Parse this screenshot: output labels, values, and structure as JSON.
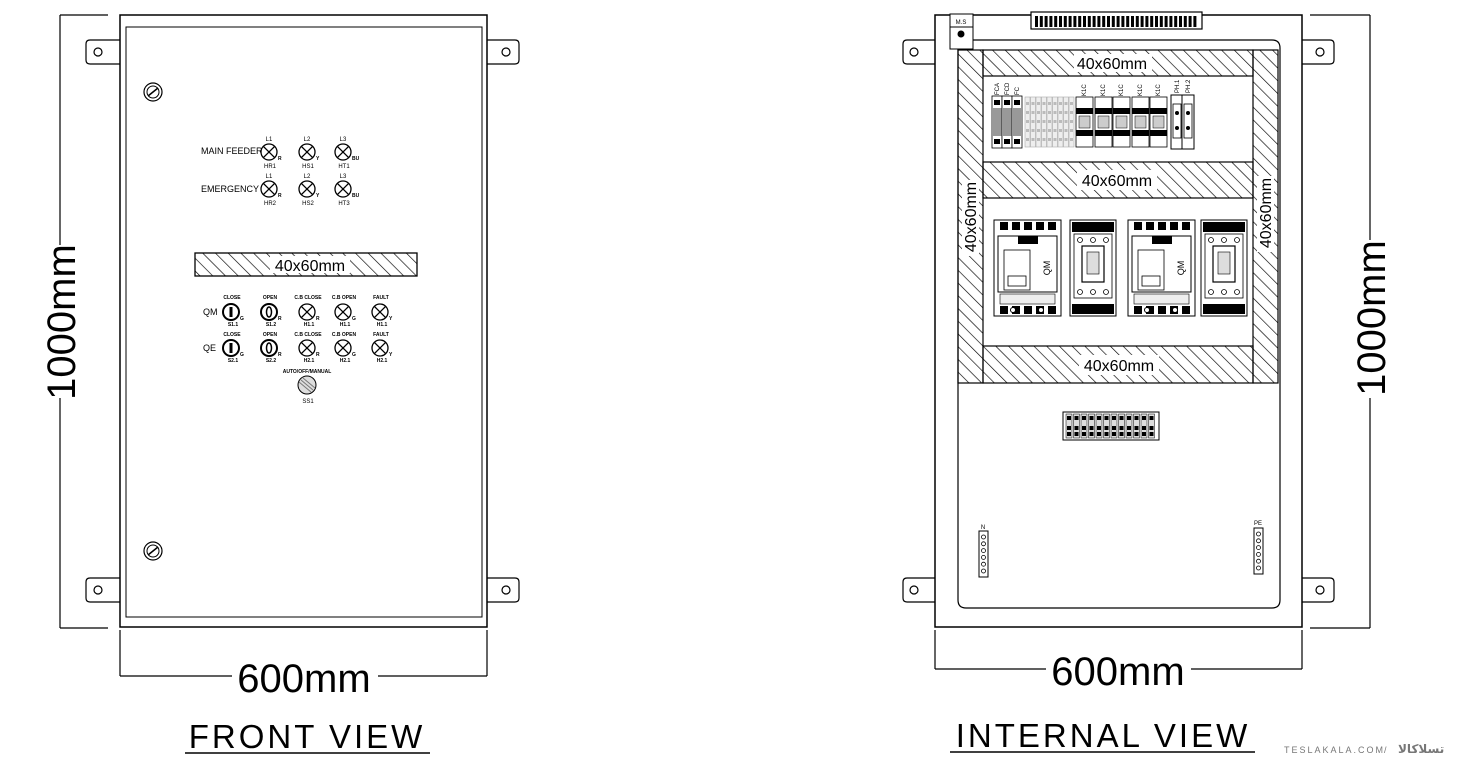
{
  "front": {
    "title": "FRONT VIEW",
    "width_label": "600mm",
    "height_label": "1000mm",
    "trunking_label": "40x60mm",
    "row1_label": "MAIN FEEDER",
    "row2_label": "EMERGENCY",
    "row1_top": [
      "L1",
      "L2",
      "L3"
    ],
    "row1_bottom": [
      "HR1",
      "HS1",
      "HT1"
    ],
    "row2_top": [
      "L1",
      "L2",
      "L3"
    ],
    "row2_bottom": [
      "HR2",
      "HS2",
      "HT3"
    ],
    "lamp_colors": [
      "R",
      "Y",
      "BU"
    ],
    "breaker_rows": [
      "QM",
      "QE"
    ],
    "col_headers": [
      "CLOSE",
      "OPEN",
      "C.B CLOSE",
      "C.B OPEN",
      "FAULT"
    ],
    "qm_tags": [
      "S1.1",
      "S1.2",
      "H1.1",
      "H1.1",
      "H1.1"
    ],
    "qe_tags": [
      "S2.1",
      "S2.2",
      "H2.1",
      "H2.1",
      "H2.1"
    ],
    "lamp_color_tags": [
      "G",
      "R",
      "R",
      "G",
      "Y"
    ],
    "selector_label": "AUTO/OFF/MANUAL",
    "selector_tag": "SS1"
  },
  "internal": {
    "title": "INTERNAL VIEW",
    "width_label": "600mm",
    "height_label": "1000mm",
    "trunking_labels": [
      "40x60mm",
      "40x60mm",
      "40x60mm",
      "40x60mm",
      "40x60mm"
    ],
    "ms_label": "M.S",
    "fuse_labels": [
      "FCA",
      "FCD",
      "FC"
    ],
    "relay_labels": [
      "K1C",
      "K1C",
      "K1C",
      "K1C",
      "K1C"
    ],
    "phase_labels": [
      "PH.1",
      "PH.2"
    ],
    "breaker_label": "QM",
    "neutral_label": "N",
    "earth_label": "PE"
  },
  "watermark": {
    "latin": "TESLAKALA.COM",
    "sep": "/",
    "persian": "تسلاکالا"
  }
}
